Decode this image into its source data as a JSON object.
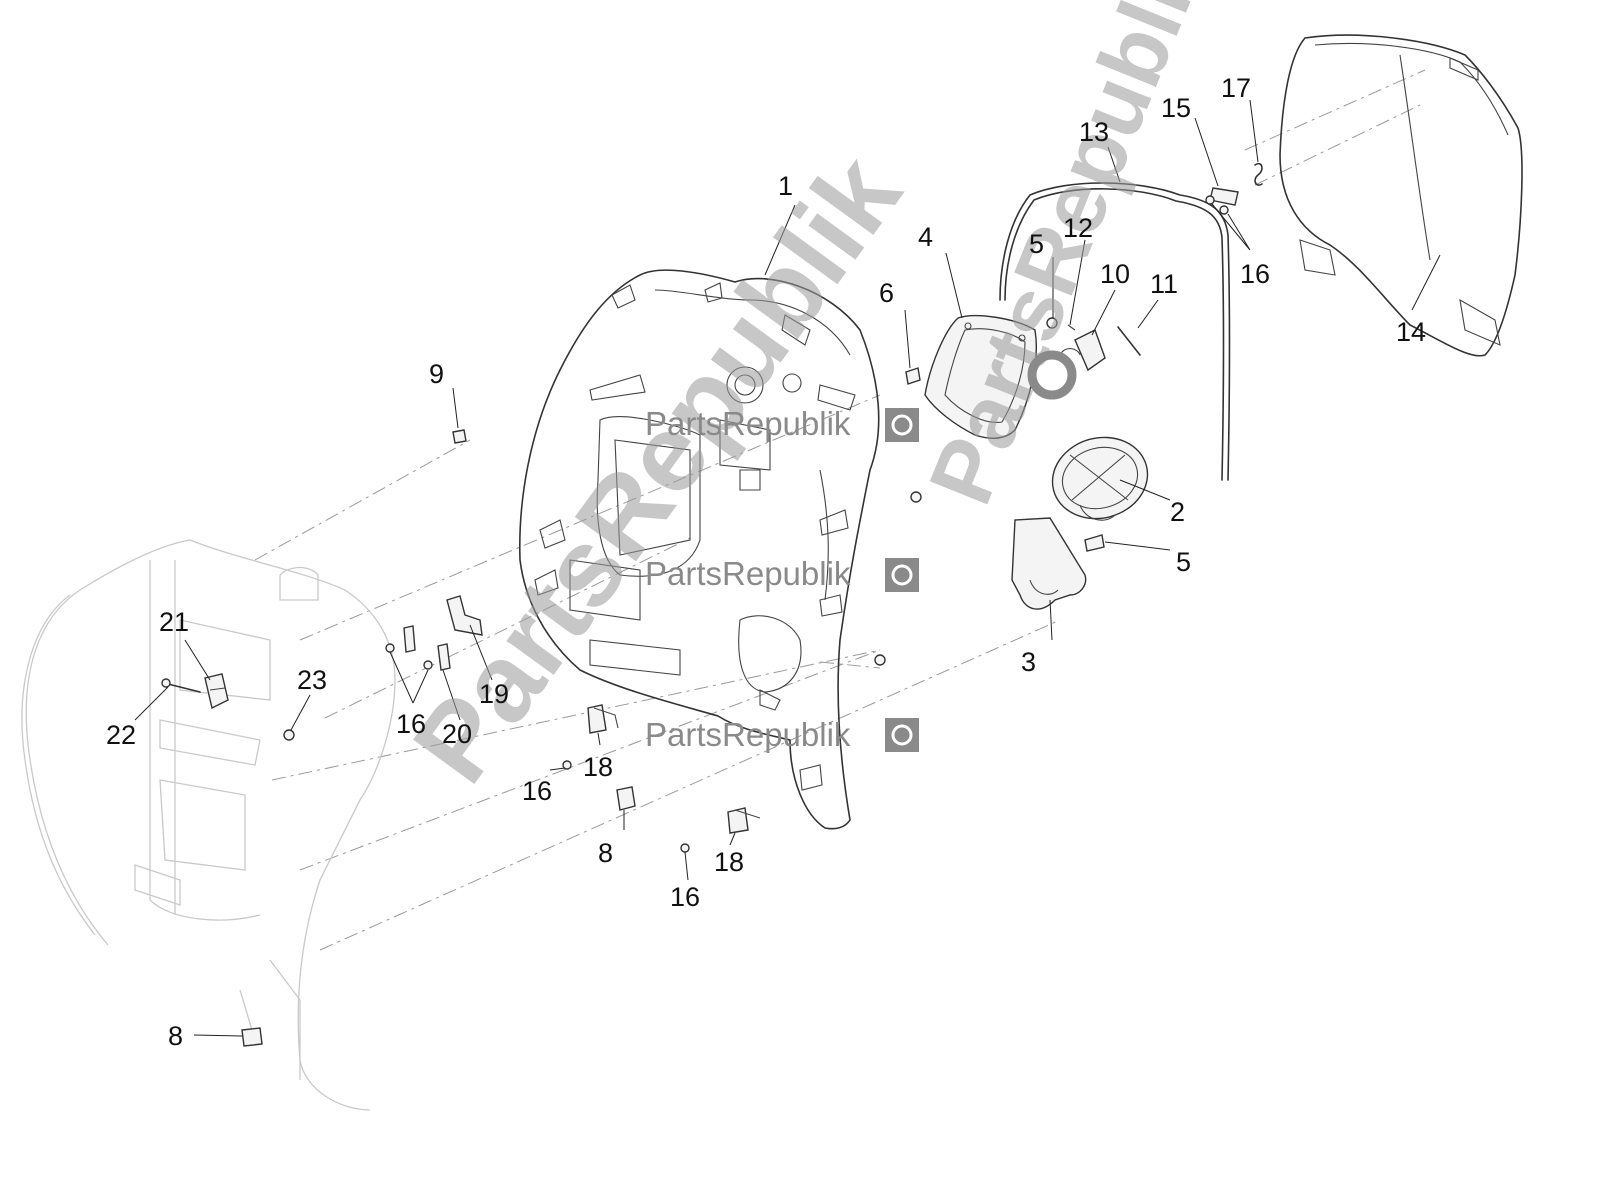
{
  "watermark": {
    "brand": "PartsRepublik",
    "big_text": "PartsRepublik"
  },
  "callouts": [
    {
      "id": "c1",
      "text": "1"
    },
    {
      "id": "c2",
      "text": "2"
    },
    {
      "id": "c3",
      "text": "3"
    },
    {
      "id": "c4",
      "text": "4"
    },
    {
      "id": "c5a",
      "text": "5"
    },
    {
      "id": "c5b",
      "text": "5"
    },
    {
      "id": "c6",
      "text": "6"
    },
    {
      "id": "c8a",
      "text": "8"
    },
    {
      "id": "c8b",
      "text": "8"
    },
    {
      "id": "c9",
      "text": "9"
    },
    {
      "id": "c10",
      "text": "10"
    },
    {
      "id": "c11",
      "text": "11"
    },
    {
      "id": "c12",
      "text": "12"
    },
    {
      "id": "c13",
      "text": "13"
    },
    {
      "id": "c14",
      "text": "14"
    },
    {
      "id": "c15",
      "text": "15"
    },
    {
      "id": "c16a",
      "text": "16"
    },
    {
      "id": "c16b",
      "text": "16"
    },
    {
      "id": "c16c",
      "text": "16"
    },
    {
      "id": "c16d",
      "text": "16"
    },
    {
      "id": "c17",
      "text": "17"
    },
    {
      "id": "c18a",
      "text": "18"
    },
    {
      "id": "c18b",
      "text": "18"
    },
    {
      "id": "c19",
      "text": "19"
    },
    {
      "id": "c20",
      "text": "20"
    },
    {
      "id": "c21",
      "text": "21"
    },
    {
      "id": "c22",
      "text": "22"
    },
    {
      "id": "c23",
      "text": "23"
    }
  ]
}
